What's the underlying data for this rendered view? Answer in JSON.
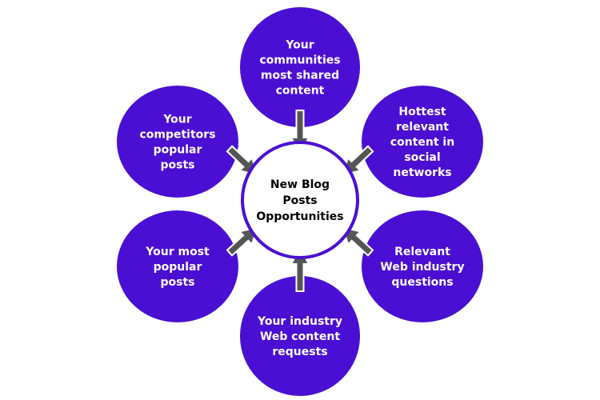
{
  "center": {
    "lines": [
      "New Blog",
      "Posts",
      "Opportunities"
    ]
  },
  "nodes": [
    {
      "id": "top",
      "lines": [
        "Your",
        "communities",
        "most shared",
        "content"
      ]
    },
    {
      "id": "top-right",
      "lines": [
        "Hottest",
        "relevant",
        "content in",
        "social",
        "networks"
      ]
    },
    {
      "id": "bottom-right",
      "lines": [
        "Relevant",
        "Web industry",
        "questions"
      ]
    },
    {
      "id": "bottom",
      "lines": [
        "Your industry",
        "Web content",
        "requests"
      ]
    },
    {
      "id": "bottom-left",
      "lines": [
        "Your most",
        "popular",
        "posts"
      ]
    },
    {
      "id": "top-left",
      "lines": [
        "Your",
        "competitors",
        "popular",
        "posts"
      ]
    }
  ],
  "colors": {
    "node_fill": "#4a0fd2",
    "center_border": "#4a0fd2",
    "arrow": "#555555"
  }
}
